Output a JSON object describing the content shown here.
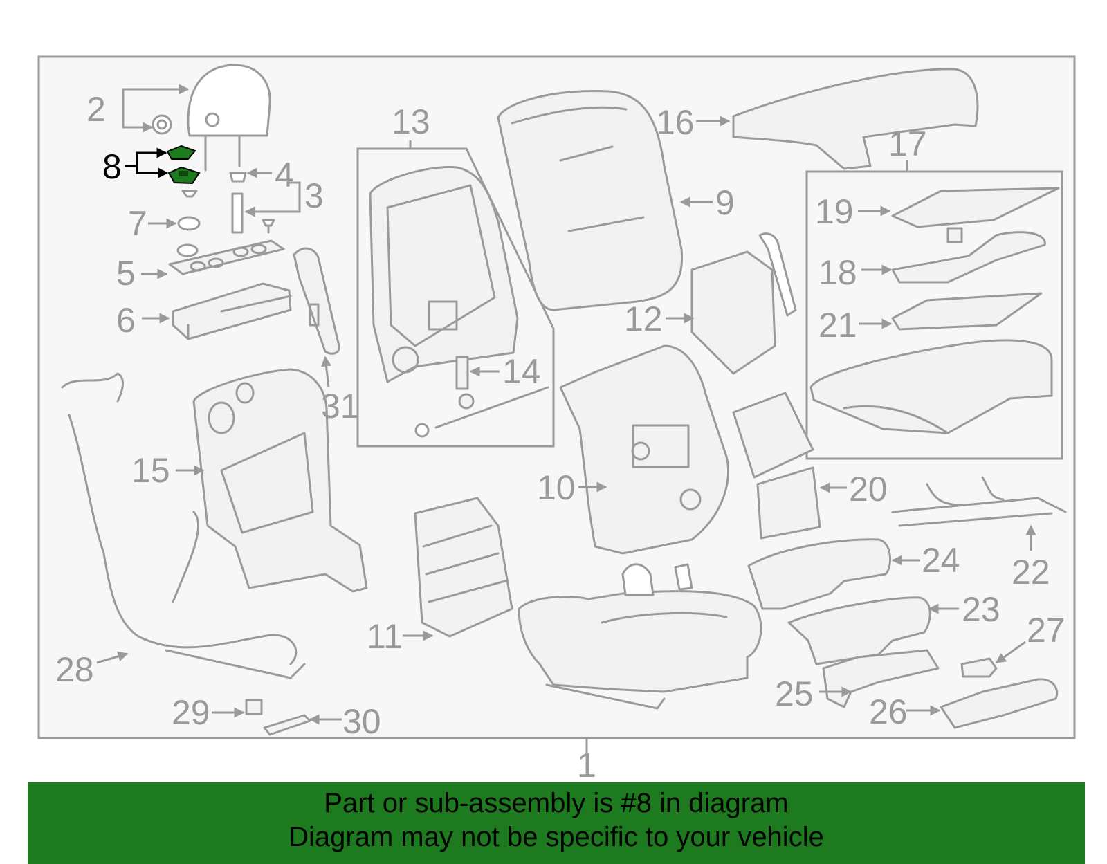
{
  "colors": {
    "line_gray": "#9a9a9a",
    "panel_bg": "#f7f7f7",
    "highlight_part": "#1e7a1e",
    "banner_bg": "#1e7a1e",
    "text_black": "#000000"
  },
  "highlighted_callout": "8",
  "callouts": {
    "c1": "1",
    "c2": "2",
    "c3": "3",
    "c4": "4",
    "c5": "5",
    "c6": "6",
    "c7": "7",
    "c8": "8",
    "c9": "9",
    "c10": "10",
    "c11": "11",
    "c12": "12",
    "c13": "13",
    "c14": "14",
    "c15": "15",
    "c16": "16",
    "c17": "17",
    "c18": "18",
    "c19": "19",
    "c20": "20",
    "c21": "21",
    "c22": "22",
    "c23": "23",
    "c24": "24",
    "c25": "25",
    "c26": "26",
    "c27": "27",
    "c28": "28",
    "c29": "29",
    "c30": "30",
    "c31": "31"
  },
  "banner": {
    "line1": "Part or sub-assembly is #8 in diagram",
    "line2": "Diagram may not be specific to your vehicle"
  }
}
